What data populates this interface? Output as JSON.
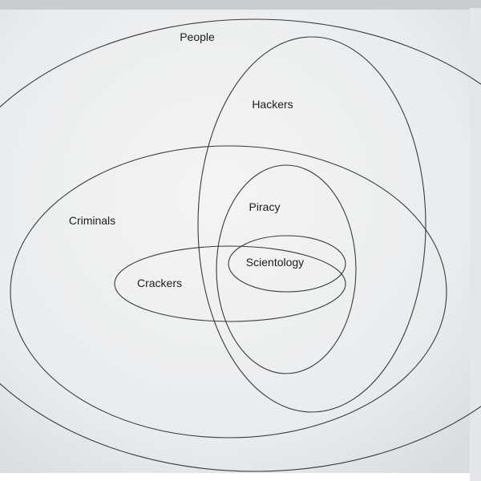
{
  "diagram": {
    "sets": [
      {
        "id": "people",
        "label": "People"
      },
      {
        "id": "hackers",
        "label": "Hackers"
      },
      {
        "id": "criminals",
        "label": "Criminals"
      },
      {
        "id": "piracy",
        "label": "Piracy"
      },
      {
        "id": "crackers",
        "label": "Crackers"
      },
      {
        "id": "scientology",
        "label": "Scientology"
      }
    ]
  },
  "colors": {
    "paper": "#eef0f1",
    "outline": "#3a3a3a",
    "text": "#1c1c1c"
  }
}
